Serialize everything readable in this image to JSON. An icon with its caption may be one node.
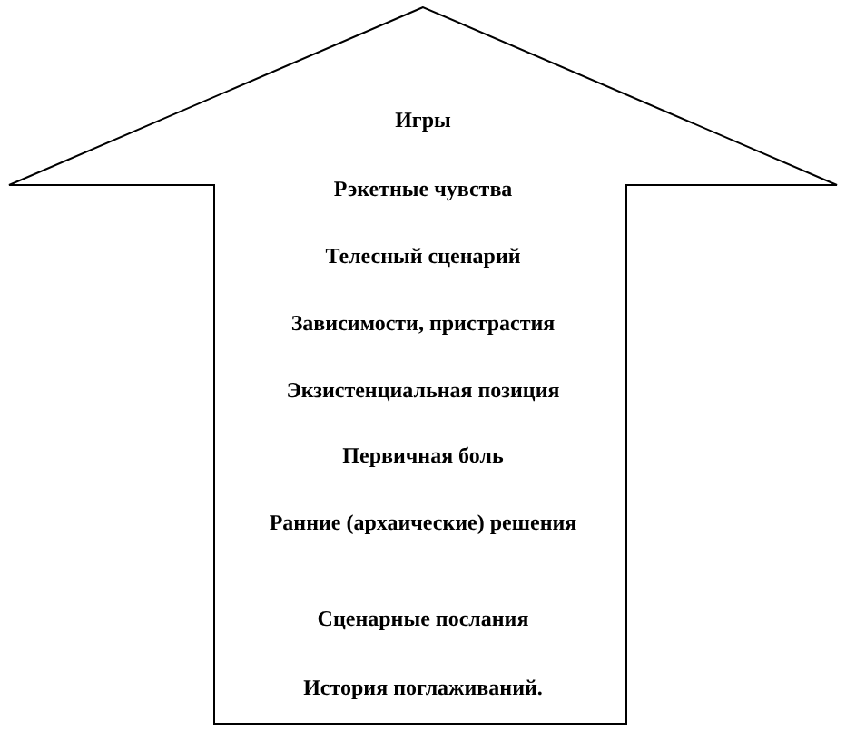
{
  "diagram": {
    "nodes": [
      {
        "text": [
          "Игры",
          "Рэкетные чувства",
          "Телесный сценарий",
          "Зависимости, пристрастия",
          "Экзистенциальная позиция",
          "Первичная боль",
          "Ранние (архаические) решения",
          "Сценарные послания",
          "История поглаживаний."
        ]
      }
    ]
  }
}
